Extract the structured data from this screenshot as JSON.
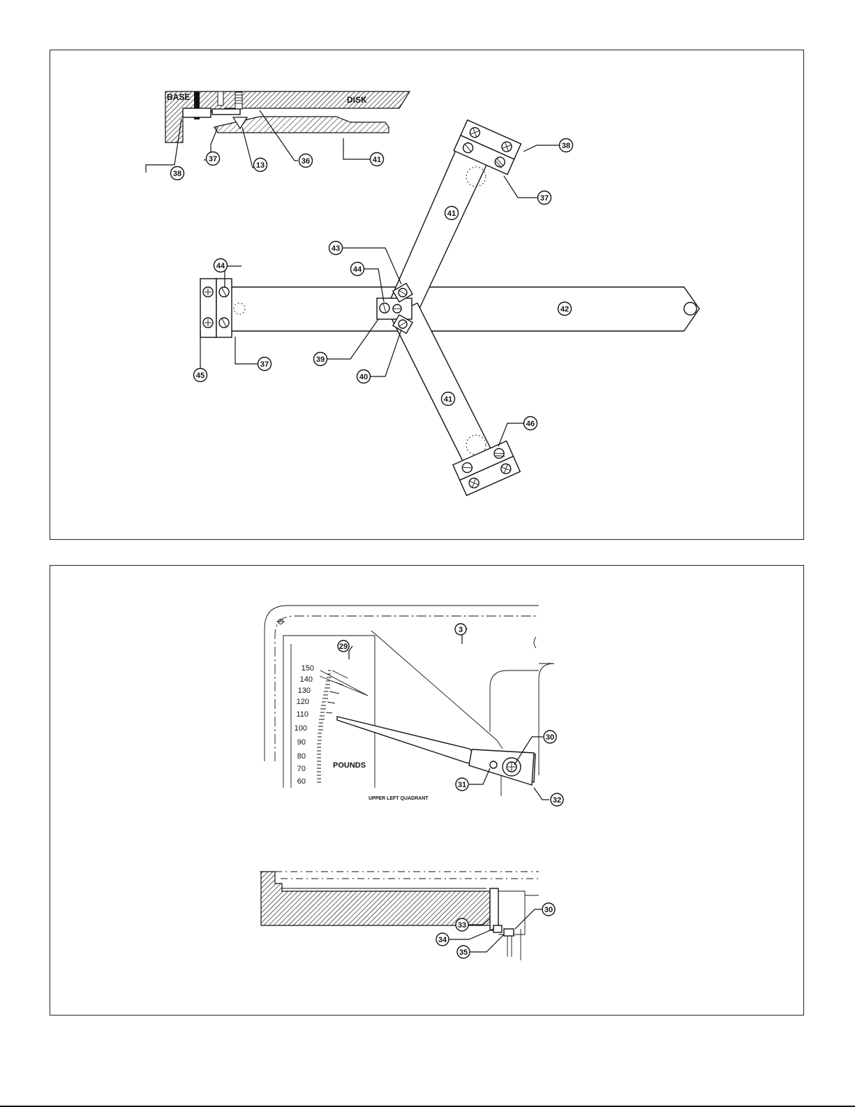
{
  "section_view": {
    "base_label": "BASE",
    "disk_label": "DISK",
    "callouts": [
      "37",
      "13",
      "36",
      "41",
      "38"
    ]
  },
  "plan_view": {
    "callouts": {
      "c38": "38",
      "c37_upper": "37",
      "c41_upper": "41",
      "c43": "43",
      "c44_center": "44",
      "c44_left": "44",
      "c42": "42",
      "c45": "45",
      "c37_left": "37",
      "c39": "39",
      "c40": "40",
      "c41_lower": "41",
      "c46": "46"
    }
  },
  "dial_view": {
    "scale_numbers": [
      "150",
      "140",
      "130",
      "120",
      "110",
      "100",
      "90",
      "80",
      "70",
      "60"
    ],
    "unit_label": "POUNDS",
    "caption": "UPPER LEFT QUADRANT",
    "callouts": {
      "c3": "3",
      "c29": "29",
      "c30": "30",
      "c31": "31",
      "c32": "32"
    }
  },
  "side_view": {
    "callouts": {
      "c30": "30",
      "c33": "33",
      "c34": "34",
      "c35": "35"
    }
  }
}
